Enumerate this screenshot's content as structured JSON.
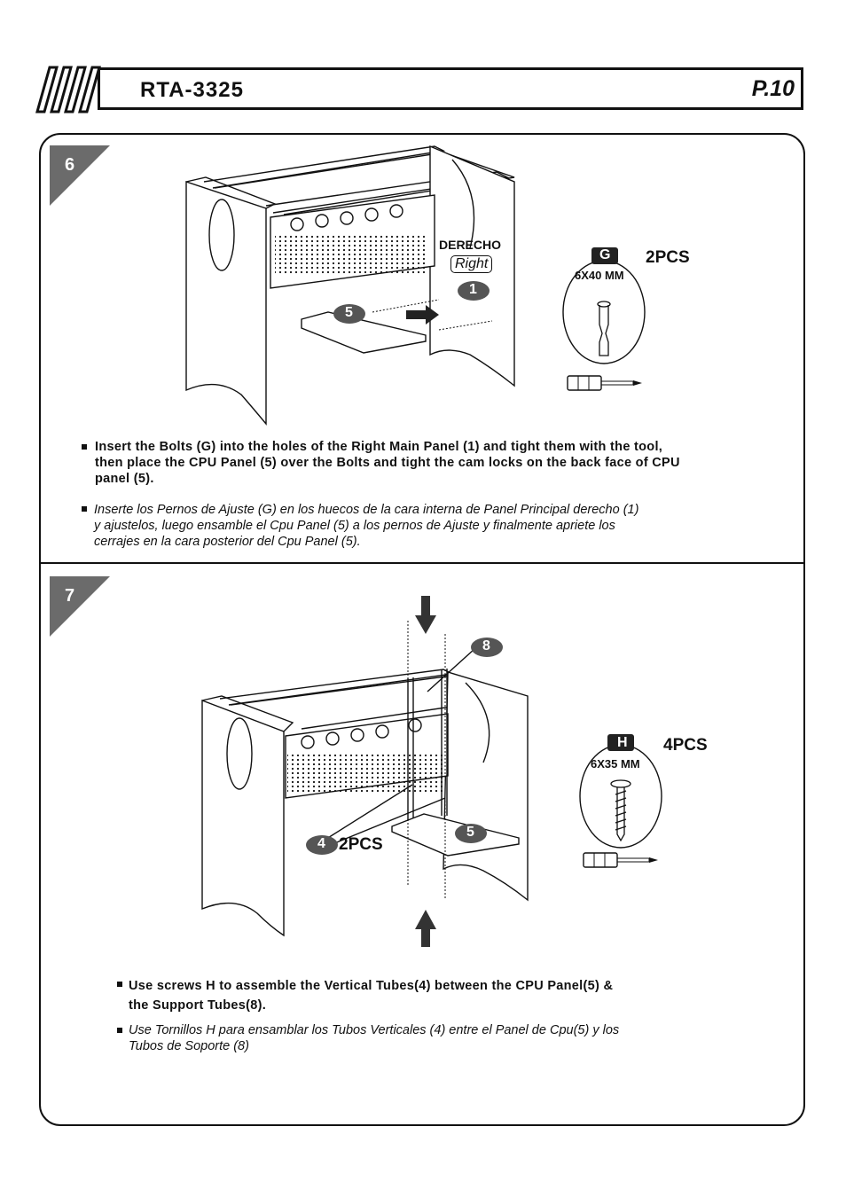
{
  "header": {
    "model": "RTA-3325",
    "page": "P.10"
  },
  "step6": {
    "number": "6",
    "label_derecho": "DERECHO",
    "label_right": "Right",
    "part_1": "1",
    "part_5": "5",
    "hardware": {
      "letter": "G",
      "qty": "2PCS",
      "size": "6X40 MM"
    },
    "text_en_lines": [
      "Insert the Bolts (G) into the holes of the Right Main Panel (1) and tight them with the tool,",
      "then place the CPU Panel (5) over the Bolts and tight the cam locks on the back face of CPU",
      "panel (5)."
    ],
    "text_es_lines": [
      "Inserte los Pernos de Ajuste (G) en los huecos de la cara interna de Panel Principal derecho (1)",
      "y ajustelos, luego ensamble el Cpu Panel (5) a los pernos de Ajuste y finalmente apriete los",
      "cerrajes en la cara posterior del Cpu Panel (5)."
    ]
  },
  "step7": {
    "number": "7",
    "part_8": "8",
    "part_4": "4",
    "part_4_qty": "2PCS",
    "part_5": "5",
    "hardware": {
      "letter": "H",
      "qty": "4PCS",
      "size": "6X35 MM"
    },
    "text_en_lines": [
      "Use screws H to assemble the Vertical Tubes(4) between the CPU Panel(5) &",
      "the Support Tubes(8)."
    ],
    "text_es_lines": [
      "Use Tornillos H para ensamblar los Tubos Verticales (4) entre el Panel de Cpu(5) y los",
      "Tubos de Soporte (8)"
    ]
  }
}
